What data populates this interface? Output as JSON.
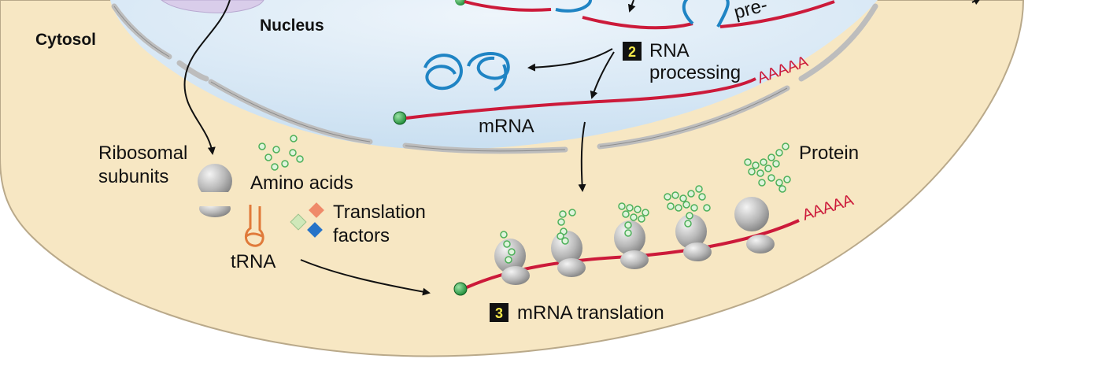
{
  "labels": {
    "cytosol": "Cytosol",
    "nucleus": "Nucleus",
    "pre_mrna_partial": "pre-",
    "rna_processing_line1": "RNA",
    "rna_processing_line2": "processing",
    "mrna": "mRNA",
    "poly_a_nucleus": "AAAAA",
    "poly_a_cytosol": "AAAAA",
    "ribosomal_line1": "Ribosomal",
    "ribosomal_line2": "subunits",
    "amino_acids": "Amino acids",
    "translation_line1": "Translation",
    "translation_line2": "factors",
    "trna": "tRNA",
    "protein": "Protein",
    "step2_number": "2",
    "step3_number": "3",
    "mrna_translation": "mRNA translation"
  },
  "colors": {
    "cytosol_fill": "#f7e7c3",
    "nucleus_fill": "#d7e7f5",
    "membrane": "#c9c9c9",
    "rna_red": "#cc1a3a",
    "intron_blue": "#1f84c4",
    "green_bead": "#8fdc9a",
    "trna_orange": "#e07a3a",
    "factor_blue": "#2673c8",
    "factor_orange": "#ef8a6a",
    "factor_green": "#cfe8b9"
  }
}
